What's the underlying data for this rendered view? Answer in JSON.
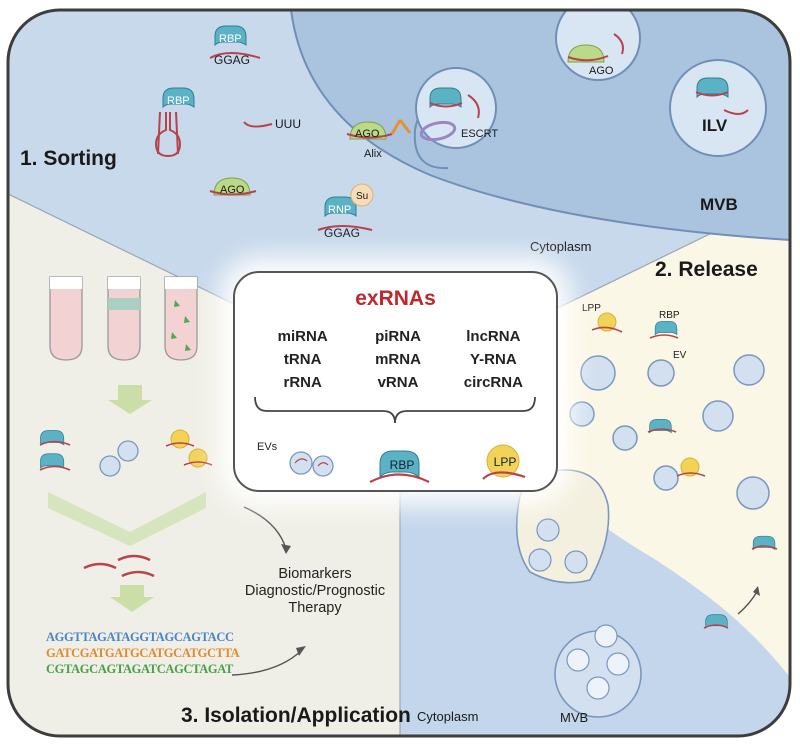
{
  "sections": {
    "sorting": "1. Sorting",
    "release": "2. Release",
    "isolation": "3. Isolation/Application"
  },
  "labels": {
    "mvb_top": "MVB",
    "cytoplasm_top": "Cytoplasm",
    "cytoplasm_bottom": "Cytoplasm",
    "mvb_bottom": "MVB",
    "escrt": "ESCRT",
    "alix": "Alix",
    "ilv": "ILV",
    "su": "Su",
    "uuu": "UUU",
    "ggag_1": "GGAG",
    "ggag_2": "GGAG",
    "rbp_1": "RBP",
    "rbp_2": "RBP",
    "rbp_release": "RBP",
    "ago_1": "AGO",
    "ago_2": "AGO",
    "ago_3": "AGO",
    "rnp": "RNP",
    "lpp_release": "LPP",
    "ev_release": "EV"
  },
  "center": {
    "title": "exRNAs",
    "rnas": [
      "miRNA",
      "piRNA",
      "lncRNA",
      "tRNA",
      "mRNA",
      "Y-RNA",
      "rRNA",
      "vRNA",
      "circRNA"
    ],
    "evs": "EVs",
    "rbp": "RBP",
    "lpp": "LPP"
  },
  "application": {
    "line1": "Biomarkers",
    "line2": "Diagnostic/Prognostic",
    "line3": "Therapy"
  },
  "sequences": {
    "seq1": "AGGTTAGATAGGTAGCAGTACC",
    "seq2": "GATCGATGATGCATGCATGCTTA",
    "seq3": "CGTAGCAGTAGATCAGCTAGAT"
  },
  "colors": {
    "sorting_bg": "#c8d9ec",
    "mvb_fill": "#aac4e0",
    "release_bg": "#fbf7e6",
    "isolation_bg": "#f0efe7",
    "bottom_right_bg": "#c4d6eb",
    "rbp_teal": "#5cb2c5",
    "ago_green": "#bcd98a",
    "rna_red": "#b8434b",
    "lpp_yellow": "#f2d357",
    "vesicle": "#d3e0f0",
    "title_red": "#c0272d"
  }
}
